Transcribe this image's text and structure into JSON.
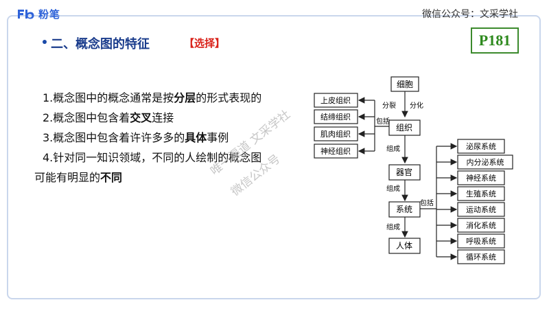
{
  "header": {
    "logo_text": "粉笔",
    "wechat_label": "微信公众号：文采学社"
  },
  "title": {
    "text": "二、概念图的特征",
    "tag": "【选择】"
  },
  "page_label": "P181",
  "points": {
    "p1_pre": "1.概念图中的概念通常是按",
    "p1_bold": "分层",
    "p1_post": "的形式表现的",
    "p2_pre": "2.概念图中包含着",
    "p2_bold": "交叉",
    "p2_post": "连接",
    "p3_pre": "3.概念图中包含着许许多多的",
    "p3_bold": "具体",
    "p3_post": "事例",
    "p4_line1": "4.针对同一知识领域，不同的人绘制的概念图",
    "p4_pre": "可能有明显的",
    "p4_bold": "不同"
  },
  "watermark": {
    "line1": "唯一渠道  文采学社",
    "line2": "微信公众号"
  },
  "diagram": {
    "nodes": {
      "cell": "细胞",
      "tissue": "组织",
      "organ": "器官",
      "system": "系统",
      "body": "人体",
      "t1": "上皮组织",
      "t2": "结缔组织",
      "t3": "肌肉组织",
      "t4": "神经组织",
      "s1": "泌尿系统",
      "s2": "内分泌系统",
      "s3": "神经系统",
      "s4": "生殖系统",
      "s5": "运动系统",
      "s6": "消化系统",
      "s7": "呼吸系统",
      "s8": "循环系统"
    },
    "edge_labels": {
      "split": "分裂",
      "differentiate": "分化",
      "include1": "包括",
      "form1": "组成",
      "form2": "组成",
      "form3": "组成",
      "include2": "包括"
    }
  }
}
